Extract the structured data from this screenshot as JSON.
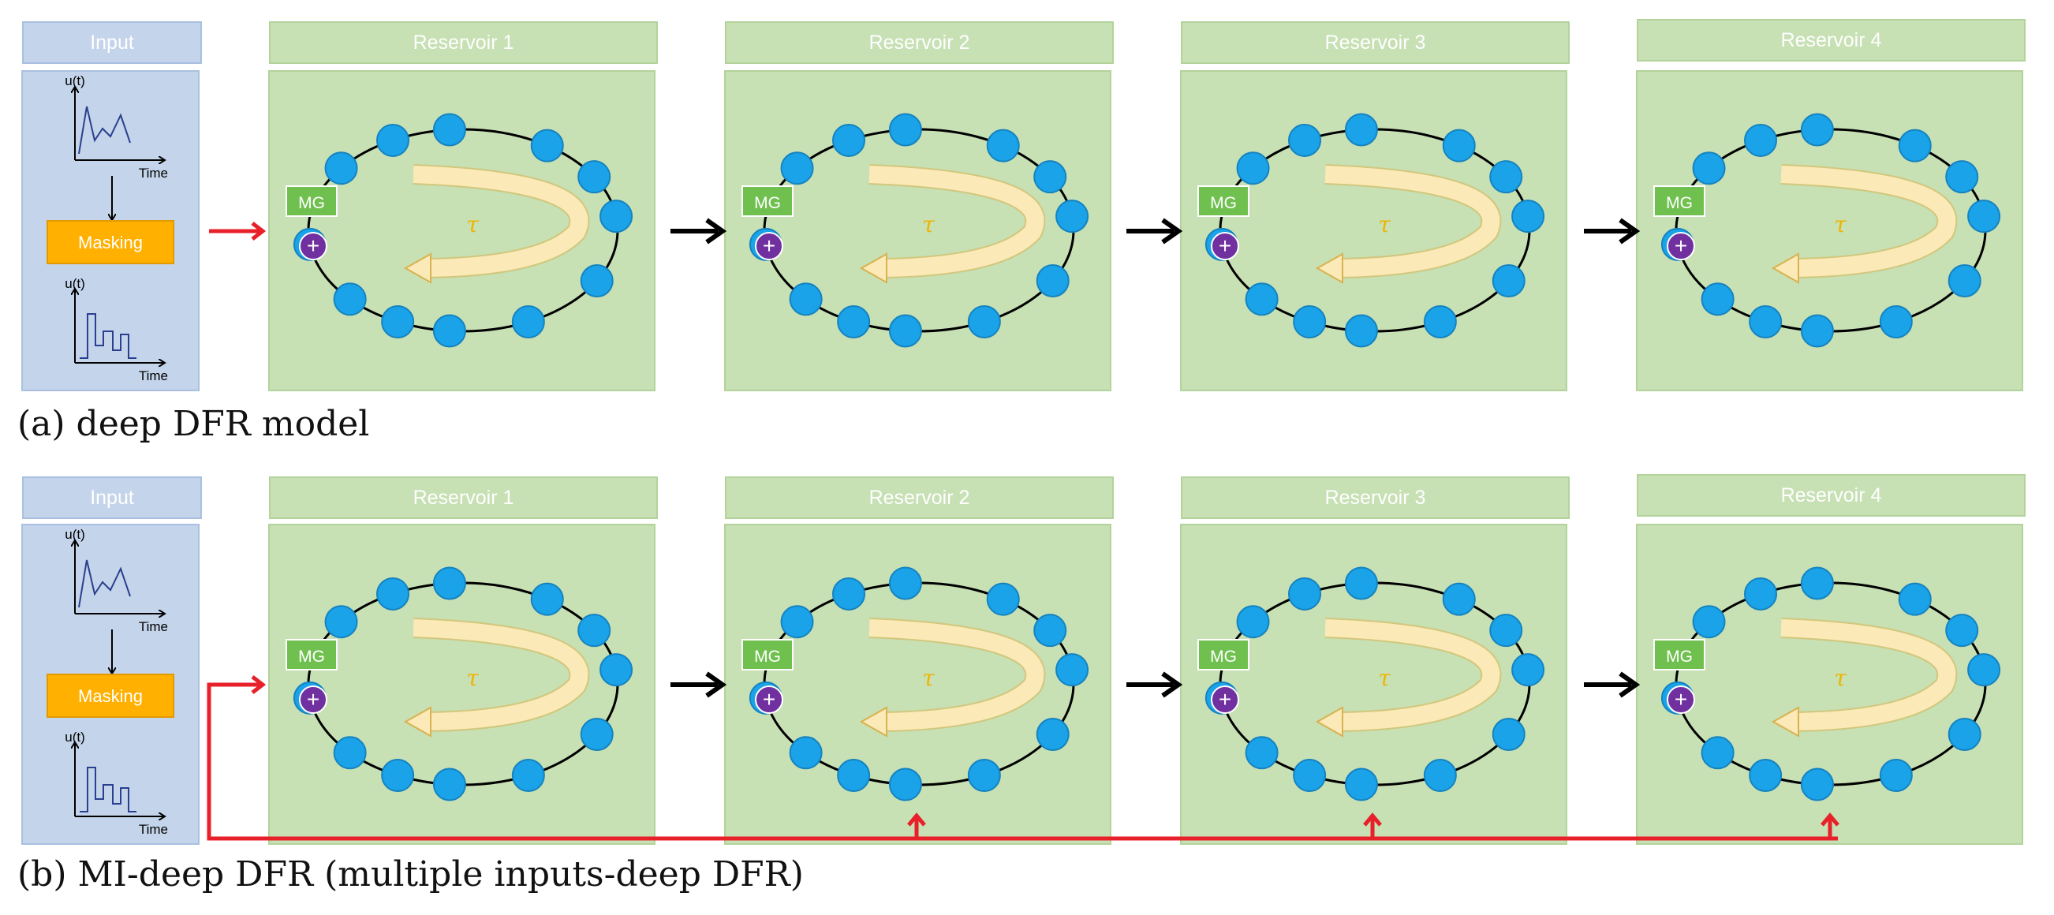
{
  "panels": [
    {
      "id": "a",
      "caption": "(a) deep DFR model",
      "input_label": "Input",
      "reservoirs": [
        "Reservoir 1",
        "Reservoir 2",
        "Reservoir 3",
        "Reservoir 4"
      ]
    },
    {
      "id": "b",
      "caption": "(b) MI-deep DFR (multiple inputs-deep DFR)",
      "input_label": "Input",
      "reservoirs": [
        "Reservoir 1",
        "Reservoir 2",
        "Reservoir 3",
        "Reservoir 4"
      ]
    }
  ],
  "input_block": {
    "signal_label": "u(t)",
    "axis_label": "Time",
    "masking_label": "Masking"
  },
  "reservoir_block": {
    "mg_label": "MG",
    "adder_symbol": "+",
    "delay_symbol": "τ"
  },
  "colors": {
    "input_bg": "#c4d4ea",
    "reservoir_bg": "#c7e0b4",
    "node": "#1aa3e8",
    "mg_box": "#70c050",
    "adder": "#7030a0",
    "masking": "#ffb000",
    "feed_arrow": "#e8202a",
    "stage_arrow": "#000000",
    "delay_arrow": "#fbe9b8"
  }
}
